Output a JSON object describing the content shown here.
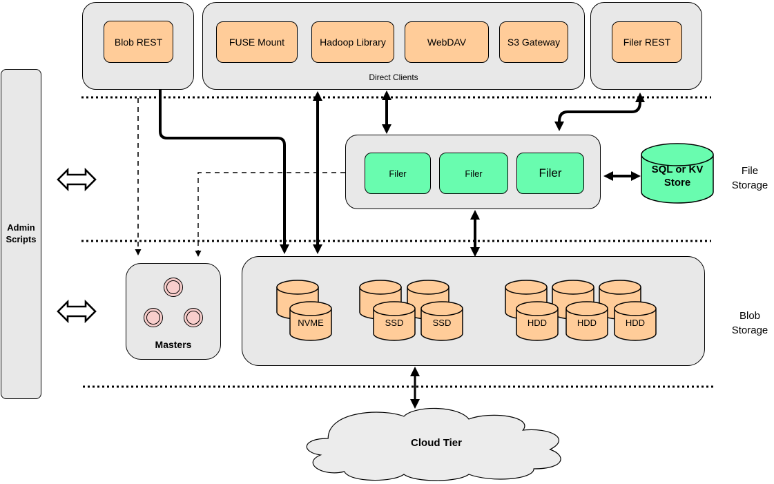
{
  "colors": {
    "container_fill": "#E8E8E8",
    "client_box_orange": "#FFCC99",
    "filer_box_green": "#69FCAF",
    "master_circle_pink": "#F8CECC",
    "cloud_fill": "#ECECEC",
    "line_color": "#000000"
  },
  "admin_sidebar": {
    "label": "Admin Scripts"
  },
  "top_row": {
    "blob_rest_group": {
      "box_label": "Blob REST"
    },
    "direct_clients_group": {
      "caption": "Direct Clients",
      "boxes": [
        {
          "label": "FUSE Mount"
        },
        {
          "label": "Hadoop Library"
        },
        {
          "label": "WebDAV"
        },
        {
          "label": "S3 Gateway"
        }
      ]
    },
    "filer_rest_group": {
      "box_label": "Filer REST"
    }
  },
  "file_storage_layer": {
    "layer_label": "File Storage",
    "filer_group": {
      "filers": [
        {
          "label": "Filer"
        },
        {
          "label": "Filer"
        },
        {
          "label": "Filer"
        }
      ]
    },
    "metadata_store": {
      "label": "SQL or KV Store"
    }
  },
  "blob_storage_layer": {
    "layer_label": "Blob Storage",
    "masters_group": {
      "label": "Masters",
      "node_count": 3
    },
    "volume_groups": {
      "nvme": {
        "front_label": "NVME"
      },
      "ssd": {
        "front_labels": [
          "SSD",
          "SSD"
        ]
      },
      "hdd": {
        "front_labels": [
          "HDD",
          "HDD",
          "HDD"
        ]
      }
    }
  },
  "cloud_tier": {
    "label": "Cloud Tier"
  }
}
